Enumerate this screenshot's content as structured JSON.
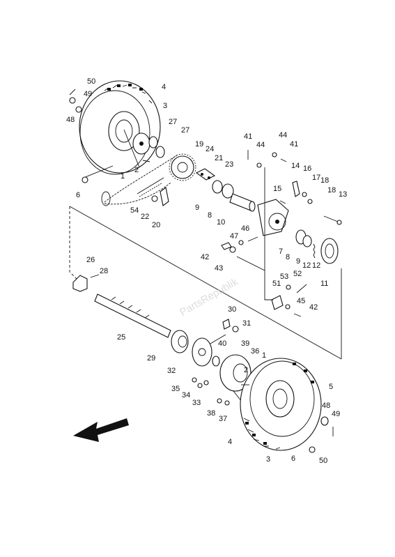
{
  "watermark": "PartsRepublik",
  "labels": {
    "p1": "1",
    "p2": "2",
    "p3": "3",
    "p4": "4",
    "p5": "5",
    "p6": "6",
    "p7": "7",
    "p8": "8",
    "p9": "9",
    "p10": "10",
    "p11": "11",
    "p12": "12",
    "p13": "13",
    "p14": "14",
    "p15": "15",
    "p16": "16",
    "p17": "17",
    "p18": "18",
    "p19": "19",
    "p20": "20",
    "p21": "21",
    "p22": "22",
    "p23": "23",
    "p24": "24",
    "p25": "25",
    "p26": "26",
    "p27": "27",
    "p28": "28",
    "p29": "29",
    "p30": "30",
    "p31": "31",
    "p32": "32",
    "p33": "33",
    "p34": "34",
    "p35": "35",
    "p36": "36",
    "p37": "37",
    "p38": "38",
    "p39": "39",
    "p40": "40",
    "p41": "41",
    "p42": "42",
    "p43": "43",
    "p44": "44",
    "p45": "45",
    "p46": "46",
    "p47": "47",
    "p48": "48",
    "p49": "49",
    "p50": "50",
    "p51": "51",
    "p52": "52",
    "p53": "53",
    "p54": "54"
  }
}
